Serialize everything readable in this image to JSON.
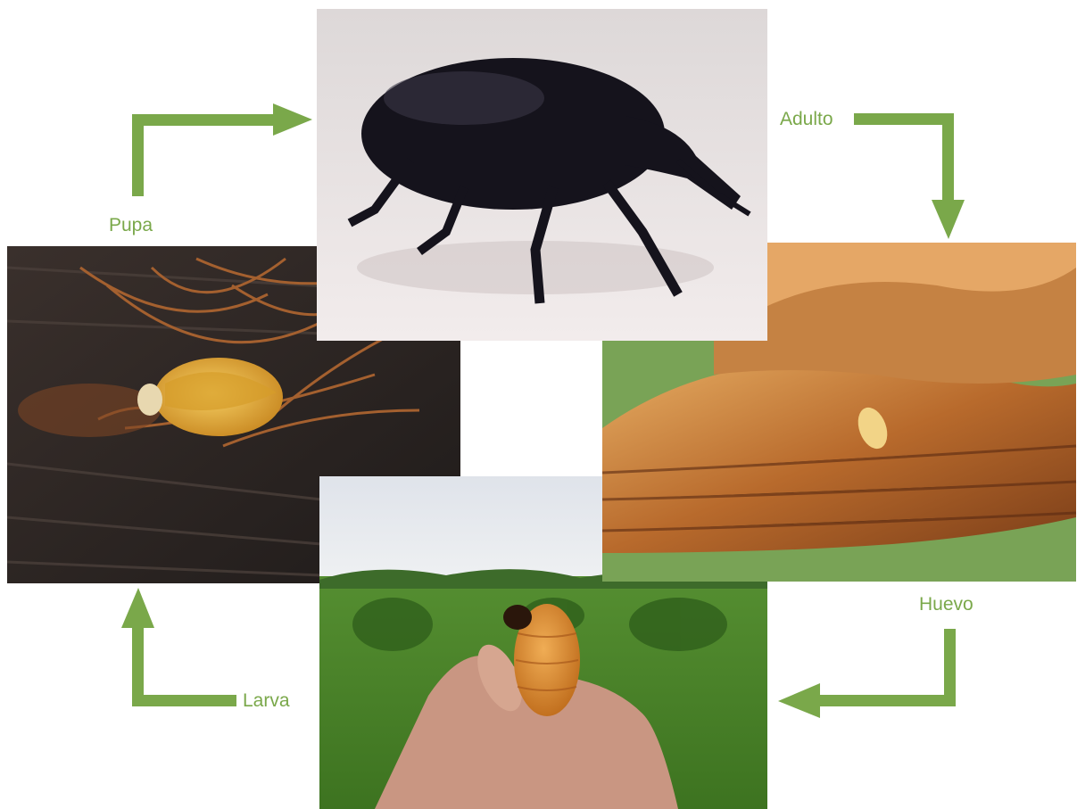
{
  "diagram": {
    "type": "life-cycle",
    "stages": [
      {
        "id": "adulto",
        "label": "Adulto",
        "icon": "weevil-beetle-photo"
      },
      {
        "id": "huevo",
        "label": "Huevo",
        "icon": "egg-on-palm-tissue-photo"
      },
      {
        "id": "larva",
        "label": "Larva",
        "icon": "larva-in-hand-photo"
      },
      {
        "id": "pupa",
        "label": "Pupa",
        "icon": "pupa-in-fiber-cocoon-photo"
      }
    ],
    "cycle_order": [
      "pupa",
      "adulto",
      "huevo",
      "larva"
    ]
  },
  "colors": {
    "arrow": "#7aa84a",
    "label": "#7aa84a",
    "beetle_bg": "#ebe5e3",
    "beetle_body": "#15131c",
    "tissue_light": "#d79c55",
    "tissue_dark": "#6b3517",
    "foliage": "#4e8a2a",
    "sky": "#e3e7ee",
    "larva": "#d98a36",
    "skin": "#cc9a82",
    "bark": "#2f2a28",
    "fiber": "#9c5a30",
    "pupa": "#e6b33c"
  }
}
